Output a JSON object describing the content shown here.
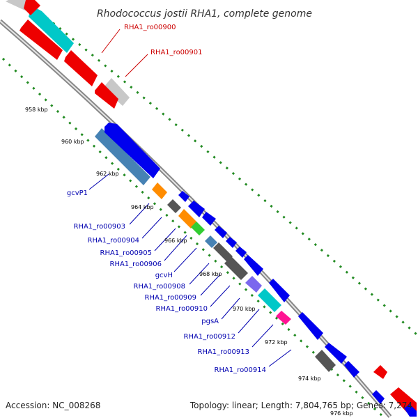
{
  "title": "Rhodococcus jostii RHA1, complete genome",
  "accession": "Accession: NC_008268",
  "topology": "Topology: linear; Length: 7,804,765 bp; Genes: 7,274",
  "ticks": [
    "958 kbp",
    "960 kbp",
    "962 kbp",
    "964 kbp",
    "966 kbp",
    "968 kbp",
    "970 kbp",
    "972 kbp",
    "974 kbp",
    "976 kbp"
  ],
  "labels": [
    {
      "text": "RHA1_ro00900",
      "color": "#cc0000"
    },
    {
      "text": "RHA1_ro00901",
      "color": "#cc0000"
    },
    {
      "text": "gcvP1",
      "color": "#0000b0"
    },
    {
      "text": "RHA1_ro00903",
      "color": "#0000b0"
    },
    {
      "text": "RHA1_ro00904",
      "color": "#0000b0"
    },
    {
      "text": "RHA1_ro00905",
      "color": "#0000b0"
    },
    {
      "text": "RHA1_ro00906",
      "color": "#0000b0"
    },
    {
      "text": "gcvH",
      "color": "#0000b0"
    },
    {
      "text": "RHA1_ro00908",
      "color": "#0000b0"
    },
    {
      "text": "RHA1_ro00909",
      "color": "#0000b0"
    },
    {
      "text": "RHA1_ro00910",
      "color": "#0000b0"
    },
    {
      "text": "pgsA",
      "color": "#0000b0"
    },
    {
      "text": "RHA1_ro00912",
      "color": "#0000b0"
    },
    {
      "text": "RHA1_ro00913",
      "color": "#0000b0"
    },
    {
      "text": "RHA1_ro00914",
      "color": "#0000b0"
    }
  ],
  "colors": {
    "forward_gene": "#0000ee",
    "reverse_gene": "#ee0000",
    "cds_blue": "#4682b4",
    "cds_cyan": "#00c8c8",
    "cds_gray": "#555555",
    "cds_lightgray": "#c8c8c8",
    "cds_orange": "#ff8c00",
    "cds_green": "#32cd32",
    "cds_purple": "#7b68ee",
    "cds_magenta": "#ff1493",
    "backbone": "#888888",
    "gc_dots": "#228b22"
  }
}
